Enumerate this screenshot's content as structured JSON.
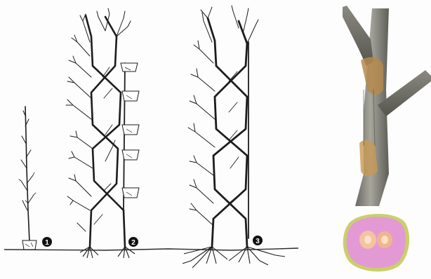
{
  "illustration": {
    "stage_labels": [
      "1",
      "2",
      "3"
    ]
  },
  "colors": {
    "ink": "#1c1c1c",
    "ground": "#2a2a2a",
    "label_fill": "#111111",
    "label_text": "#ffffff",
    "bark_light": "#9c9c94",
    "bark_dark": "#5f5e57",
    "graft_tan": "#c79a55",
    "section_pink": "#e39ad4",
    "section_rim": "#c9d06a",
    "section_core": "#f4c3a2"
  }
}
